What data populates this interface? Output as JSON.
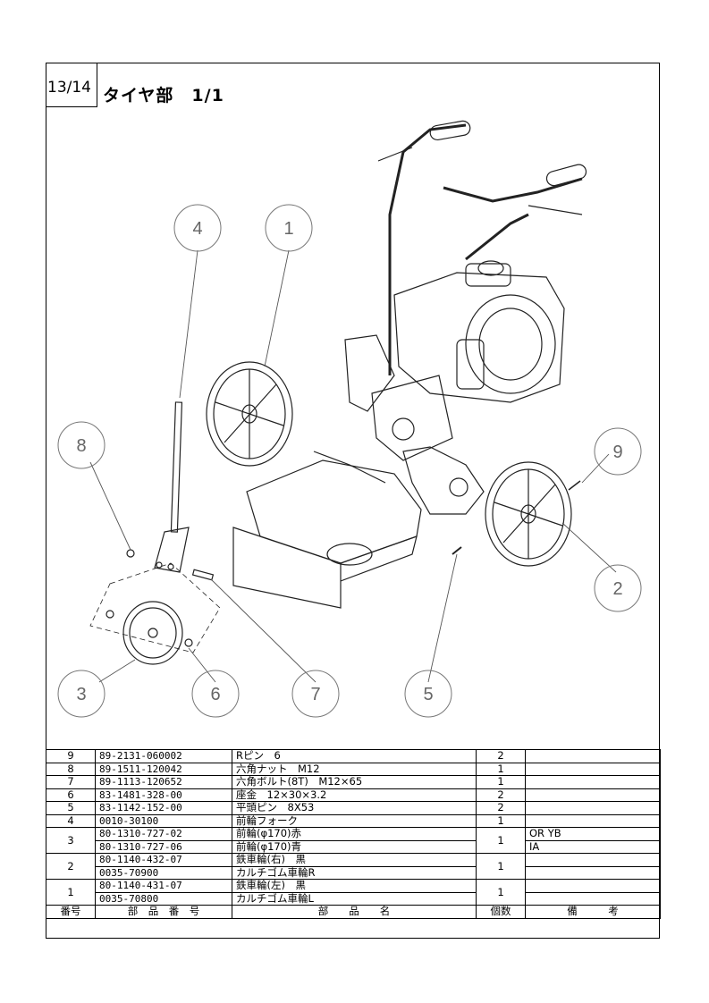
{
  "page": {
    "number": "13/14",
    "title": "タイヤ部　1/1"
  },
  "callouts": [
    "4",
    "1",
    "8",
    "9",
    "2",
    "3",
    "6",
    "7",
    "5"
  ],
  "table": {
    "headers": {
      "no": "番号",
      "part_no": "部　品　番　号",
      "name": "部　　品　　名",
      "qty": "個数",
      "remarks": "備　　　考"
    },
    "rows": [
      {
        "no": "9",
        "part_no": "89-2131-060002",
        "name": "Rピン　6",
        "qty": "2",
        "remarks": ""
      },
      {
        "no": "8",
        "part_no": "89-1511-120042",
        "name": "六角ナット　M12",
        "qty": "1",
        "remarks": ""
      },
      {
        "no": "7",
        "part_no": "89-1113-120652",
        "name": "六角ボルト(8T)　M12×65",
        "qty": "1",
        "remarks": ""
      },
      {
        "no": "6",
        "part_no": "83-1481-328-00",
        "name": "座金　12×30×3.2",
        "qty": "2",
        "remarks": ""
      },
      {
        "no": "5",
        "part_no": "83-1142-152-00",
        "name": "平頭ピン　8X53",
        "qty": "2",
        "remarks": ""
      },
      {
        "no": "4",
        "part_no": "0010-30100",
        "name": "前輪フォーク",
        "qty": "1",
        "remarks": ""
      },
      {
        "no": "3",
        "part_no": "80-1310-727-02",
        "name": "前輪(φ170)赤",
        "qty": "1",
        "remarks": "OR YB"
      },
      {
        "no": "",
        "part_no": "80-1310-727-06",
        "name": "前輪(φ170)青",
        "qty": "",
        "remarks": "IA"
      },
      {
        "no": "2",
        "part_no": "80-1140-432-07",
        "name": "鉄車輪(右)　黒",
        "qty": "1",
        "remarks": ""
      },
      {
        "no": "",
        "part_no": "0035-70900",
        "name": "カルチゴム車輪R",
        "qty": "",
        "remarks": ""
      },
      {
        "no": "1",
        "part_no": "80-1140-431-07",
        "name": "鉄車輪(左)　黒",
        "qty": "1",
        "remarks": ""
      },
      {
        "no": "",
        "part_no": "0035-70800",
        "name": "カルチゴム車輪L",
        "qty": "",
        "remarks": ""
      }
    ]
  }
}
